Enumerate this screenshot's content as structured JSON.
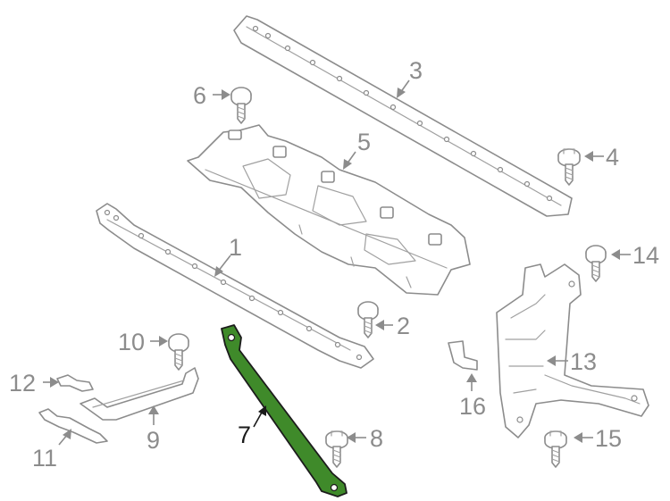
{
  "highlight_color": "#3f8a2a",
  "callouts": {
    "c1": "1",
    "c2": "2",
    "c3": "3",
    "c4": "4",
    "c5": "5",
    "c6": "6",
    "c7": "7",
    "c8": "8",
    "c9": "9",
    "c10": "10",
    "c11": "11",
    "c12": "12",
    "c13": "13",
    "c14": "14",
    "c15": "15",
    "c16": "16"
  },
  "highlighted_part": "7"
}
